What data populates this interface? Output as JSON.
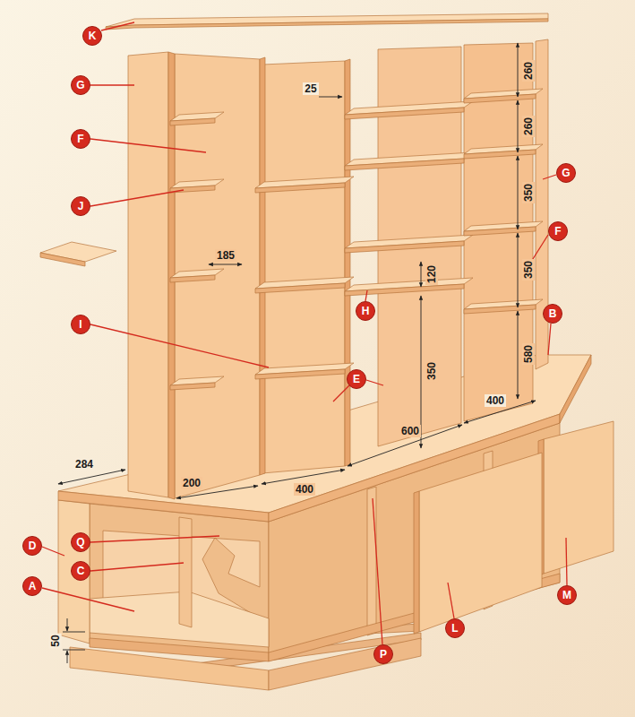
{
  "diagram": {
    "nodes": [
      {
        "text": [
          "K"
        ]
      },
      {
        "text": [
          "G"
        ]
      },
      {
        "text": [
          "F"
        ]
      },
      {
        "text": [
          "G"
        ]
      },
      {
        "text": [
          "J"
        ]
      },
      {
        "text": [
          "F"
        ]
      },
      {
        "text": [
          "H"
        ]
      },
      {
        "text": [
          "B"
        ]
      },
      {
        "text": [
          "I"
        ]
      },
      {
        "text": [
          "E"
        ]
      },
      {
        "text": [
          "Q"
        ]
      },
      {
        "text": [
          "D"
        ]
      },
      {
        "text": [
          "C"
        ]
      },
      {
        "text": [
          "A"
        ]
      },
      {
        "text": [
          "M"
        ]
      },
      {
        "text": [
          "L"
        ]
      },
      {
        "text": [
          "P"
        ]
      }
    ],
    "labels": [
      "260",
      "25",
      "260",
      "350",
      "185",
      "120",
      "350",
      "580",
      "350",
      "400",
      "600",
      "284",
      "200",
      "400",
      "50"
    ]
  }
}
